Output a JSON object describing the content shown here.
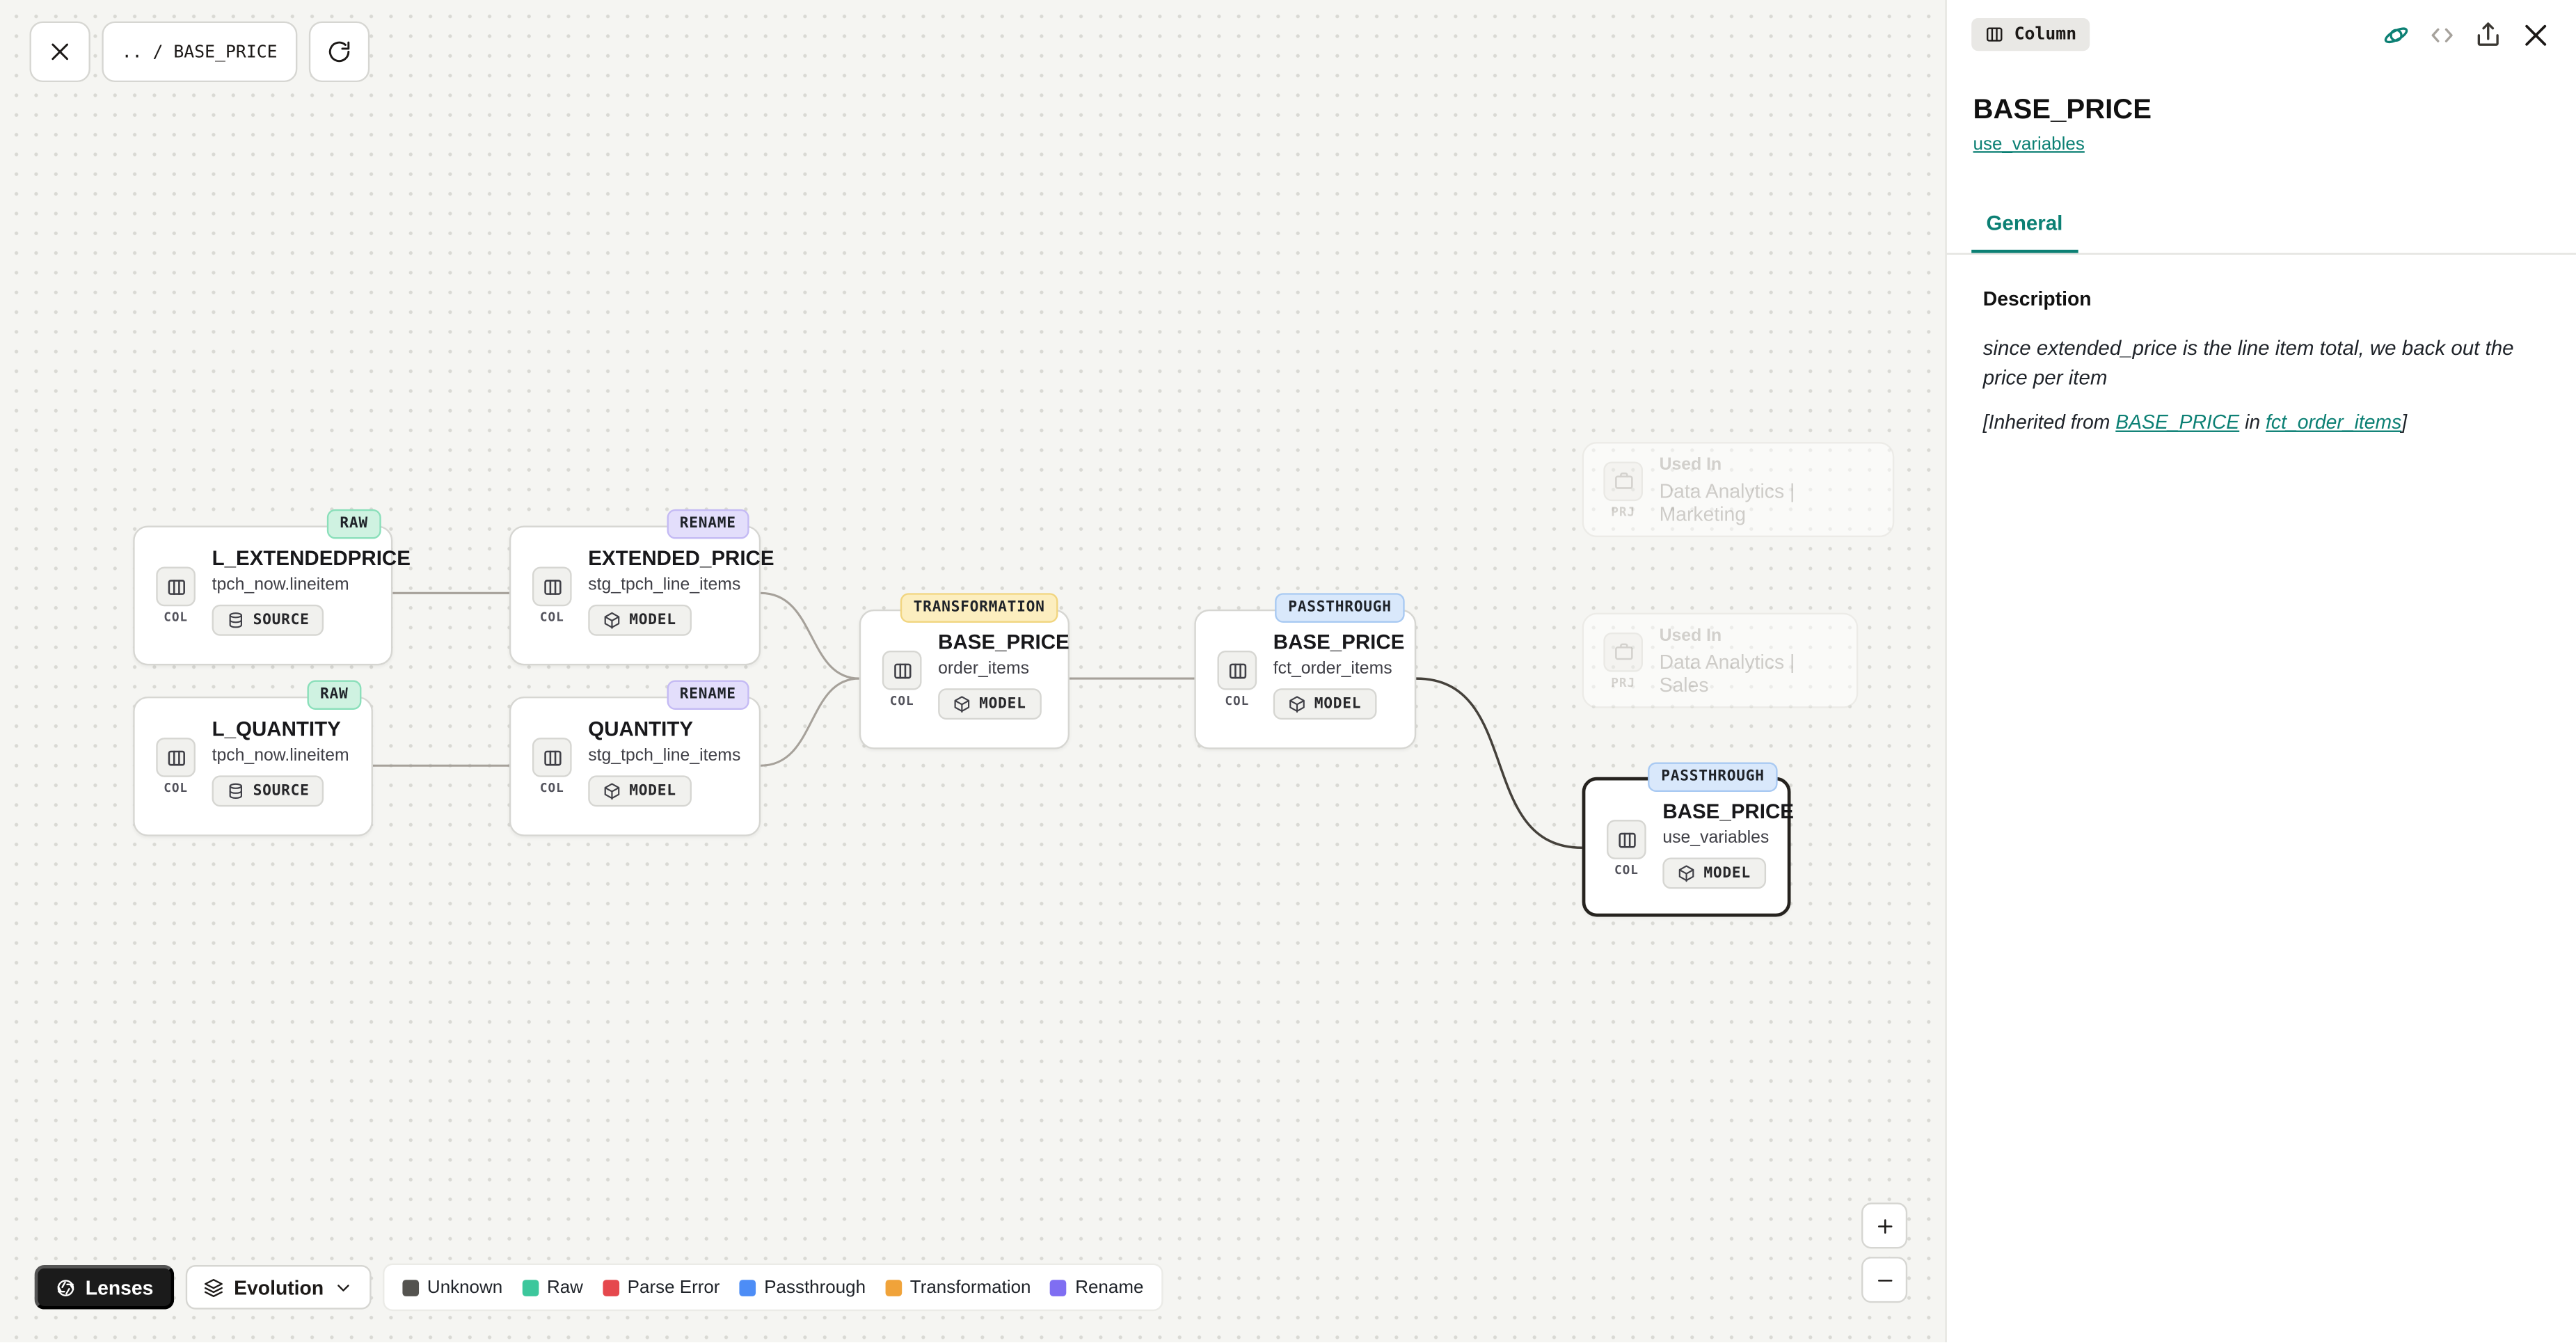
{
  "toolbar": {
    "breadcrumb": ".. / BASE_PRICE"
  },
  "nodes": [
    {
      "title": "L_EXTENDEDPRICE",
      "subtitle": "tpch_now.lineitem",
      "badge": "SOURCE",
      "tag": "RAW",
      "tag_bg": "#cff2e1",
      "tag_border": "#8adfba",
      "icon_label": "COL"
    },
    {
      "title": "EXTENDED_PRICE",
      "subtitle": "stg_tpch_line_items",
      "badge": "MODEL",
      "tag": "RENAME",
      "tag_bg": "#e3defb",
      "tag_border": "#c4baf4",
      "icon_label": "COL"
    },
    {
      "title": "L_QUANTITY",
      "subtitle": "tpch_now.lineitem",
      "badge": "SOURCE",
      "tag": "RAW",
      "tag_bg": "#cff2e1",
      "tag_border": "#8adfba",
      "icon_label": "COL"
    },
    {
      "title": "QUANTITY",
      "subtitle": "stg_tpch_line_items",
      "badge": "MODEL",
      "tag": "RENAME",
      "tag_bg": "#e3defb",
      "tag_border": "#c4baf4",
      "icon_label": "COL"
    },
    {
      "title": "BASE_PRICE",
      "subtitle": "order_items",
      "badge": "MODEL",
      "tag": "TRANSFORMATION",
      "tag_bg": "#fceebf",
      "tag_border": "#f1d57f",
      "icon_label": "COL"
    },
    {
      "title": "BASE_PRICE",
      "subtitle": "fct_order_items",
      "badge": "MODEL",
      "tag": "PASSTHROUGH",
      "tag_bg": "#d9e8fb",
      "tag_border": "#a8c9f2",
      "icon_label": "COL"
    },
    {
      "title": "BASE_PRICE",
      "subtitle": "use_variables",
      "badge": "MODEL",
      "tag": "PASSTHROUGH",
      "tag_bg": "#d9e8fb",
      "tag_border": "#a8c9f2",
      "icon_label": "COL"
    }
  ],
  "used_in": [
    {
      "label": "Used In",
      "name": "Data Analytics | Marketing",
      "icon_label": "PRJ"
    },
    {
      "label": "Used In",
      "name": "Data Analytics | Sales",
      "icon_label": "PRJ"
    }
  ],
  "footer": {
    "lenses": "Lenses",
    "evolution": "Evolution"
  },
  "legend": [
    {
      "label": "Unknown",
      "color": "#54534f"
    },
    {
      "label": "Raw",
      "color": "#3cc79c"
    },
    {
      "label": "Parse Error",
      "color": "#e5484d"
    },
    {
      "label": "Passthrough",
      "color": "#4d8df6"
    },
    {
      "label": "Transformation",
      "color": "#f0a33a"
    },
    {
      "label": "Rename",
      "color": "#7f6ef2"
    }
  ],
  "panel": {
    "chip": "Column",
    "title": "BASE_PRICE",
    "model_link": "use_variables",
    "tab": "General",
    "section_heading": "Description",
    "description": "since extended_price is the line item total, we back out the price per item",
    "inherited": {
      "prefix": "[Inherited from ",
      "link1": "BASE_PRICE",
      "middle": " in ",
      "link2": "fct_order_items",
      "suffix": "]"
    },
    "accent": "#0c8074"
  }
}
